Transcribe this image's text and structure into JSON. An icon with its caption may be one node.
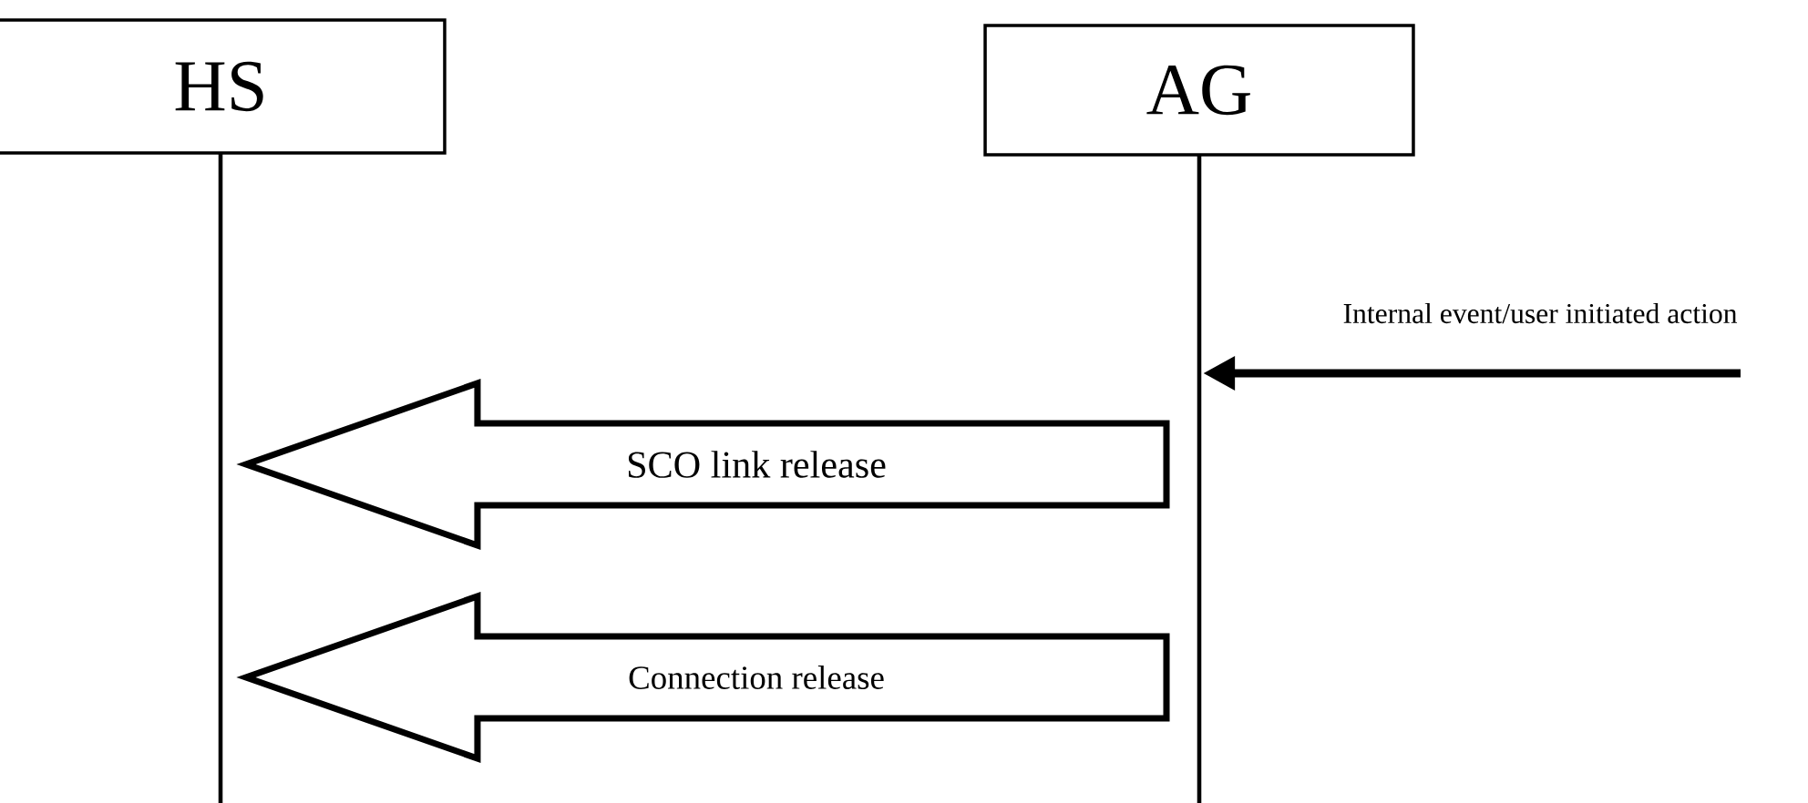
{
  "diagram": {
    "nodes": [
      {
        "text": [
          "HS"
        ]
      },
      {
        "text": [
          "AG"
        ]
      },
      {
        "text": [],
        "shape": "line"
      },
      {
        "text": [],
        "shape": "line"
      }
    ],
    "edges": [
      {
        "from": null,
        "to": 3,
        "arrow": "to",
        "label": "Internal event/user initiated action"
      },
      {
        "from": 3,
        "to": 2,
        "arrow": "to",
        "label": "SCO link release"
      },
      {
        "from": 3,
        "to": 2,
        "arrow": "to",
        "label": "Connection release"
      }
    ]
  }
}
